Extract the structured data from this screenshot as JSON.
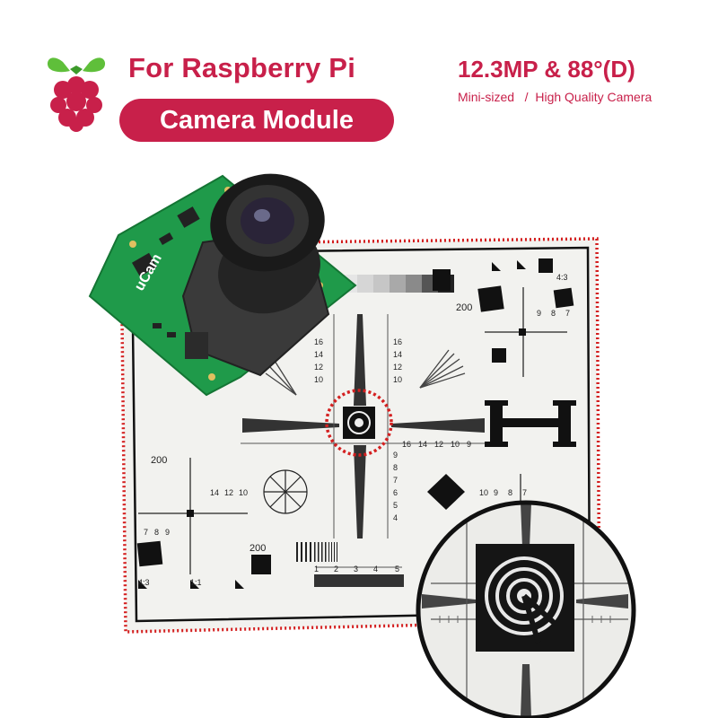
{
  "header": {
    "title": "For Raspberry Pi",
    "pill_label": "Camera Module",
    "spec_title": "12.3MP & 88°(D)",
    "spec_subtitle": "Mini-sized   /  High Quality Camera"
  },
  "pcb": {
    "brand_text": "uCam"
  },
  "test_chart": {
    "labels": {
      "n200_a": "200",
      "n200_b": "200",
      "n200_c": "200",
      "ratio_a": "4:3",
      "ratio_b": "1:1",
      "ratio_c": "4:3"
    },
    "scale_numbers": [
      "16",
      "14",
      "12",
      "10",
      "9",
      "8",
      "7",
      "6",
      "5",
      "4"
    ],
    "bottom_scale": [
      "1",
      "2",
      "3",
      "4",
      "5"
    ]
  },
  "colors": {
    "brand": "#c8204a",
    "pcb_green": "#1f9a4a",
    "dotted_border": "#d42020"
  },
  "icons": {
    "logo": "raspberry-pi-logo",
    "camera": "camera-module-photo",
    "zoom": "magnifier-inset"
  }
}
